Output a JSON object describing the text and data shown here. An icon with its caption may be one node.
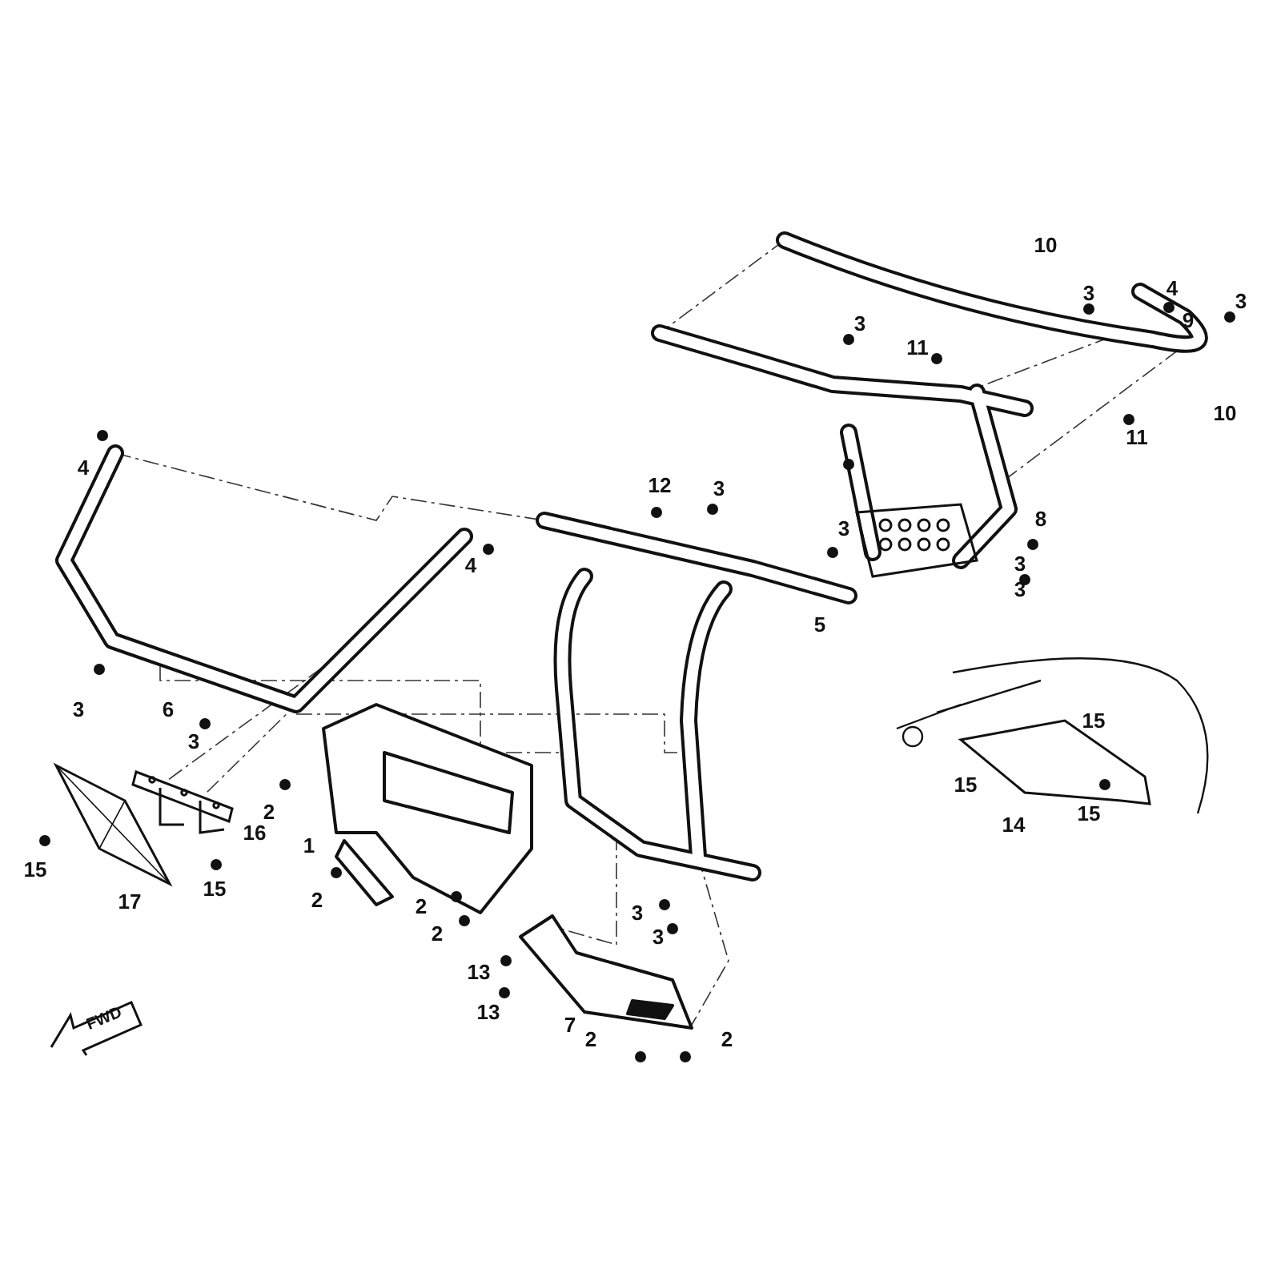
{
  "diagram": {
    "nodes": [
      {
        "text": [],
        "shape": "picture"
      },
      {
        "text": [],
        "shape": "picture"
      },
      {
        "text": [],
        "shape": "picture"
      },
      {
        "text": [],
        "shape": "picture"
      },
      {
        "text": [],
        "shape": "picture"
      },
      {
        "text": [],
        "shape": "picture"
      }
    ],
    "edges": [
      {
        "from": 2,
        "to": 3,
        "arrow": "none",
        "style": "dashed"
      },
      {
        "from": 0,
        "to": 1,
        "arrow": "none",
        "style": "dashed"
      },
      {
        "from": 1,
        "to": 0,
        "arrow": "none",
        "style": "dashed"
      },
      {
        "from": 1,
        "to": 0,
        "arrow": "none",
        "style": "dashed"
      },
      {
        "from": 2,
        "to": 3,
        "arrow": "none",
        "style": "dashed"
      },
      {
        "from": 2,
        "to": 3,
        "arrow": "none",
        "style": "dashed"
      },
      {
        "from": 2,
        "to": 4,
        "arrow": "none",
        "style": "dashed"
      },
      {
        "from": 2,
        "to": 4,
        "arrow": "none",
        "style": "dashed"
      },
      {
        "from": 3,
        "to": 5,
        "arrow": "none",
        "style": "dashed"
      },
      {
        "from": 3,
        "to": 5,
        "arrow": "none",
        "style": "dashed"
      }
    ],
    "labels": [
      "10",
      "3",
      "3",
      "4",
      "9",
      "3",
      "11",
      "10",
      "11",
      "4",
      "12",
      "3",
      "8",
      "3",
      "4",
      "3",
      "3",
      "5",
      "3",
      "6",
      "15",
      "3",
      "15",
      "2",
      "15",
      "14",
      "16",
      "1",
      "15",
      "17",
      "15",
      "2",
      "2",
      "3",
      "2",
      "3",
      "13",
      "13",
      "FWD",
      "7",
      "2",
      "2"
    ]
  }
}
